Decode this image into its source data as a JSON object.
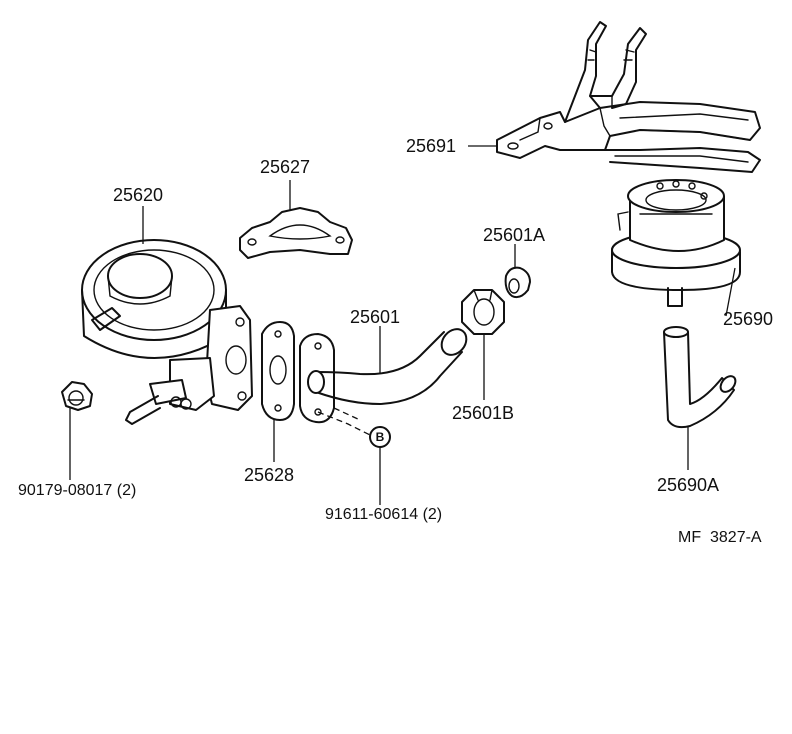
{
  "labels": {
    "p25691": "25691",
    "p25627": "25627",
    "p25620": "25620",
    "p25601A": "25601A",
    "p25601": "25601",
    "p25690": "25690",
    "p90179": "90179-08017 (2)",
    "p25628": "25628",
    "p25601B": "25601B",
    "p91611": "91611-60614 (2)",
    "p25690A": "25690A",
    "code": "MF  3827-A"
  },
  "marks": {
    "bolt_marker": "B"
  }
}
